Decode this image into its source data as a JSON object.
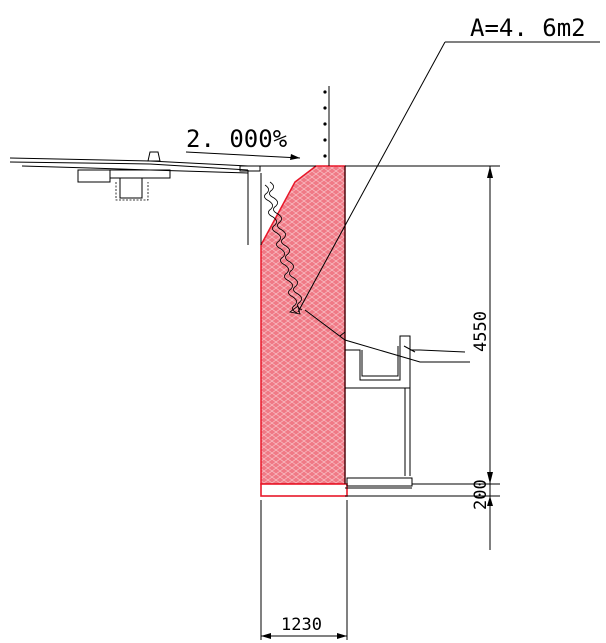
{
  "drawing": {
    "area_label": "A=4. 6m2",
    "slope_label": "2. 000%",
    "height_dimension": "4550",
    "footing_dimension": "200",
    "width_dimension": "1230"
  },
  "colors": {
    "fill": "#f06b78",
    "fill_outline": "#e8182a",
    "line": "#000000",
    "background": "#ffffff"
  }
}
